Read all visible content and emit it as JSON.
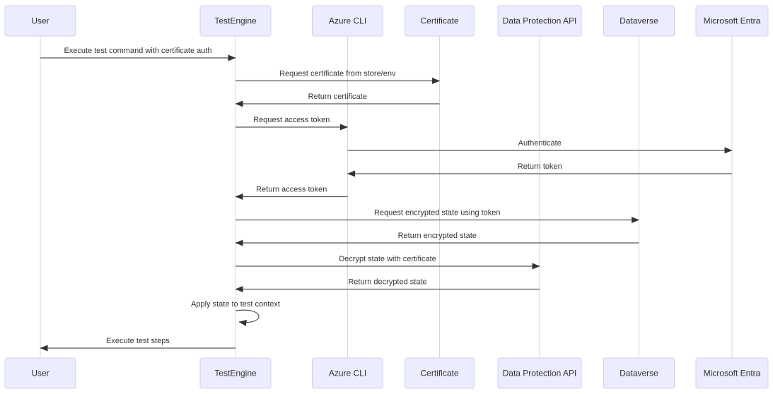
{
  "diagram": {
    "type": "sequence-diagram",
    "participants": [
      {
        "id": "user",
        "label": "User"
      },
      {
        "id": "testengine",
        "label": "TestEngine"
      },
      {
        "id": "azurecli",
        "label": "Azure CLI"
      },
      {
        "id": "certificate",
        "label": "Certificate"
      },
      {
        "id": "dpapi",
        "label": "Data Protection API"
      },
      {
        "id": "dataverse",
        "label": "Dataverse"
      },
      {
        "id": "entra",
        "label": "Microsoft Entra"
      }
    ],
    "messages": [
      {
        "from": "user",
        "to": "testengine",
        "label": "Execute test command with certificate auth"
      },
      {
        "from": "testengine",
        "to": "certificate",
        "label": "Request certificate from store/env"
      },
      {
        "from": "certificate",
        "to": "testengine",
        "label": "Return certificate"
      },
      {
        "from": "testengine",
        "to": "azurecli",
        "label": "Request access token"
      },
      {
        "from": "azurecli",
        "to": "entra",
        "label": "Authenticate"
      },
      {
        "from": "entra",
        "to": "azurecli",
        "label": "Return token"
      },
      {
        "from": "azurecli",
        "to": "testengine",
        "label": "Return access token"
      },
      {
        "from": "testengine",
        "to": "dataverse",
        "label": "Request encrypted state using token"
      },
      {
        "from": "dataverse",
        "to": "testengine",
        "label": "Return encrypted state"
      },
      {
        "from": "testengine",
        "to": "dpapi",
        "label": "Decrypt state with certificate"
      },
      {
        "from": "dpapi",
        "to": "testengine",
        "label": "Return decrypted state"
      },
      {
        "from": "testengine",
        "to": "testengine",
        "label": "Apply state to test context",
        "self": true
      },
      {
        "from": "testengine",
        "to": "user",
        "label": "Execute test steps"
      }
    ],
    "colors": {
      "actor_fill": "#ECECFF",
      "actor_border": "#d4cfec",
      "lifeline": "#d8d2ef",
      "arrow_line": "#585858",
      "arrow_head": "#333333",
      "text": "#333333"
    }
  }
}
